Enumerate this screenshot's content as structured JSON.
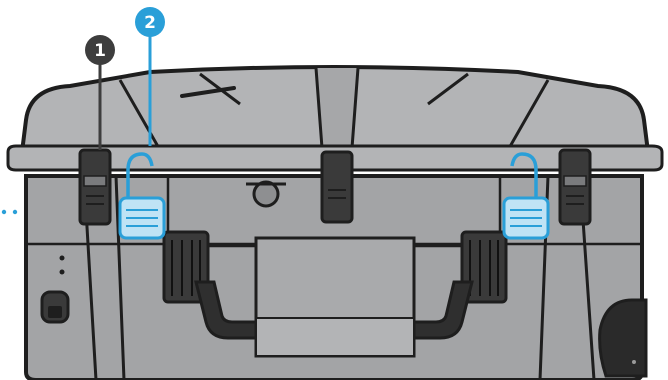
{
  "callouts": [
    {
      "number": "1",
      "color": "#3d3d3d",
      "target": "latch"
    },
    {
      "number": "2",
      "color": "#2a9fd8",
      "target": "padlock"
    }
  ],
  "colors": {
    "case_body": "#a3a4a6",
    "case_lid": "#b3b4b6",
    "outline": "#1e1e1e",
    "hardware": "#3a3a3a",
    "lock_fill": "#bfe3f5",
    "lock_stroke": "#2a9fd8",
    "accent_dots": "#2a9fd8"
  },
  "icons": [
    "latch-icon",
    "padlock-icon",
    "handle-icon",
    "wheel-icon",
    "pressure-valve-icon"
  ]
}
